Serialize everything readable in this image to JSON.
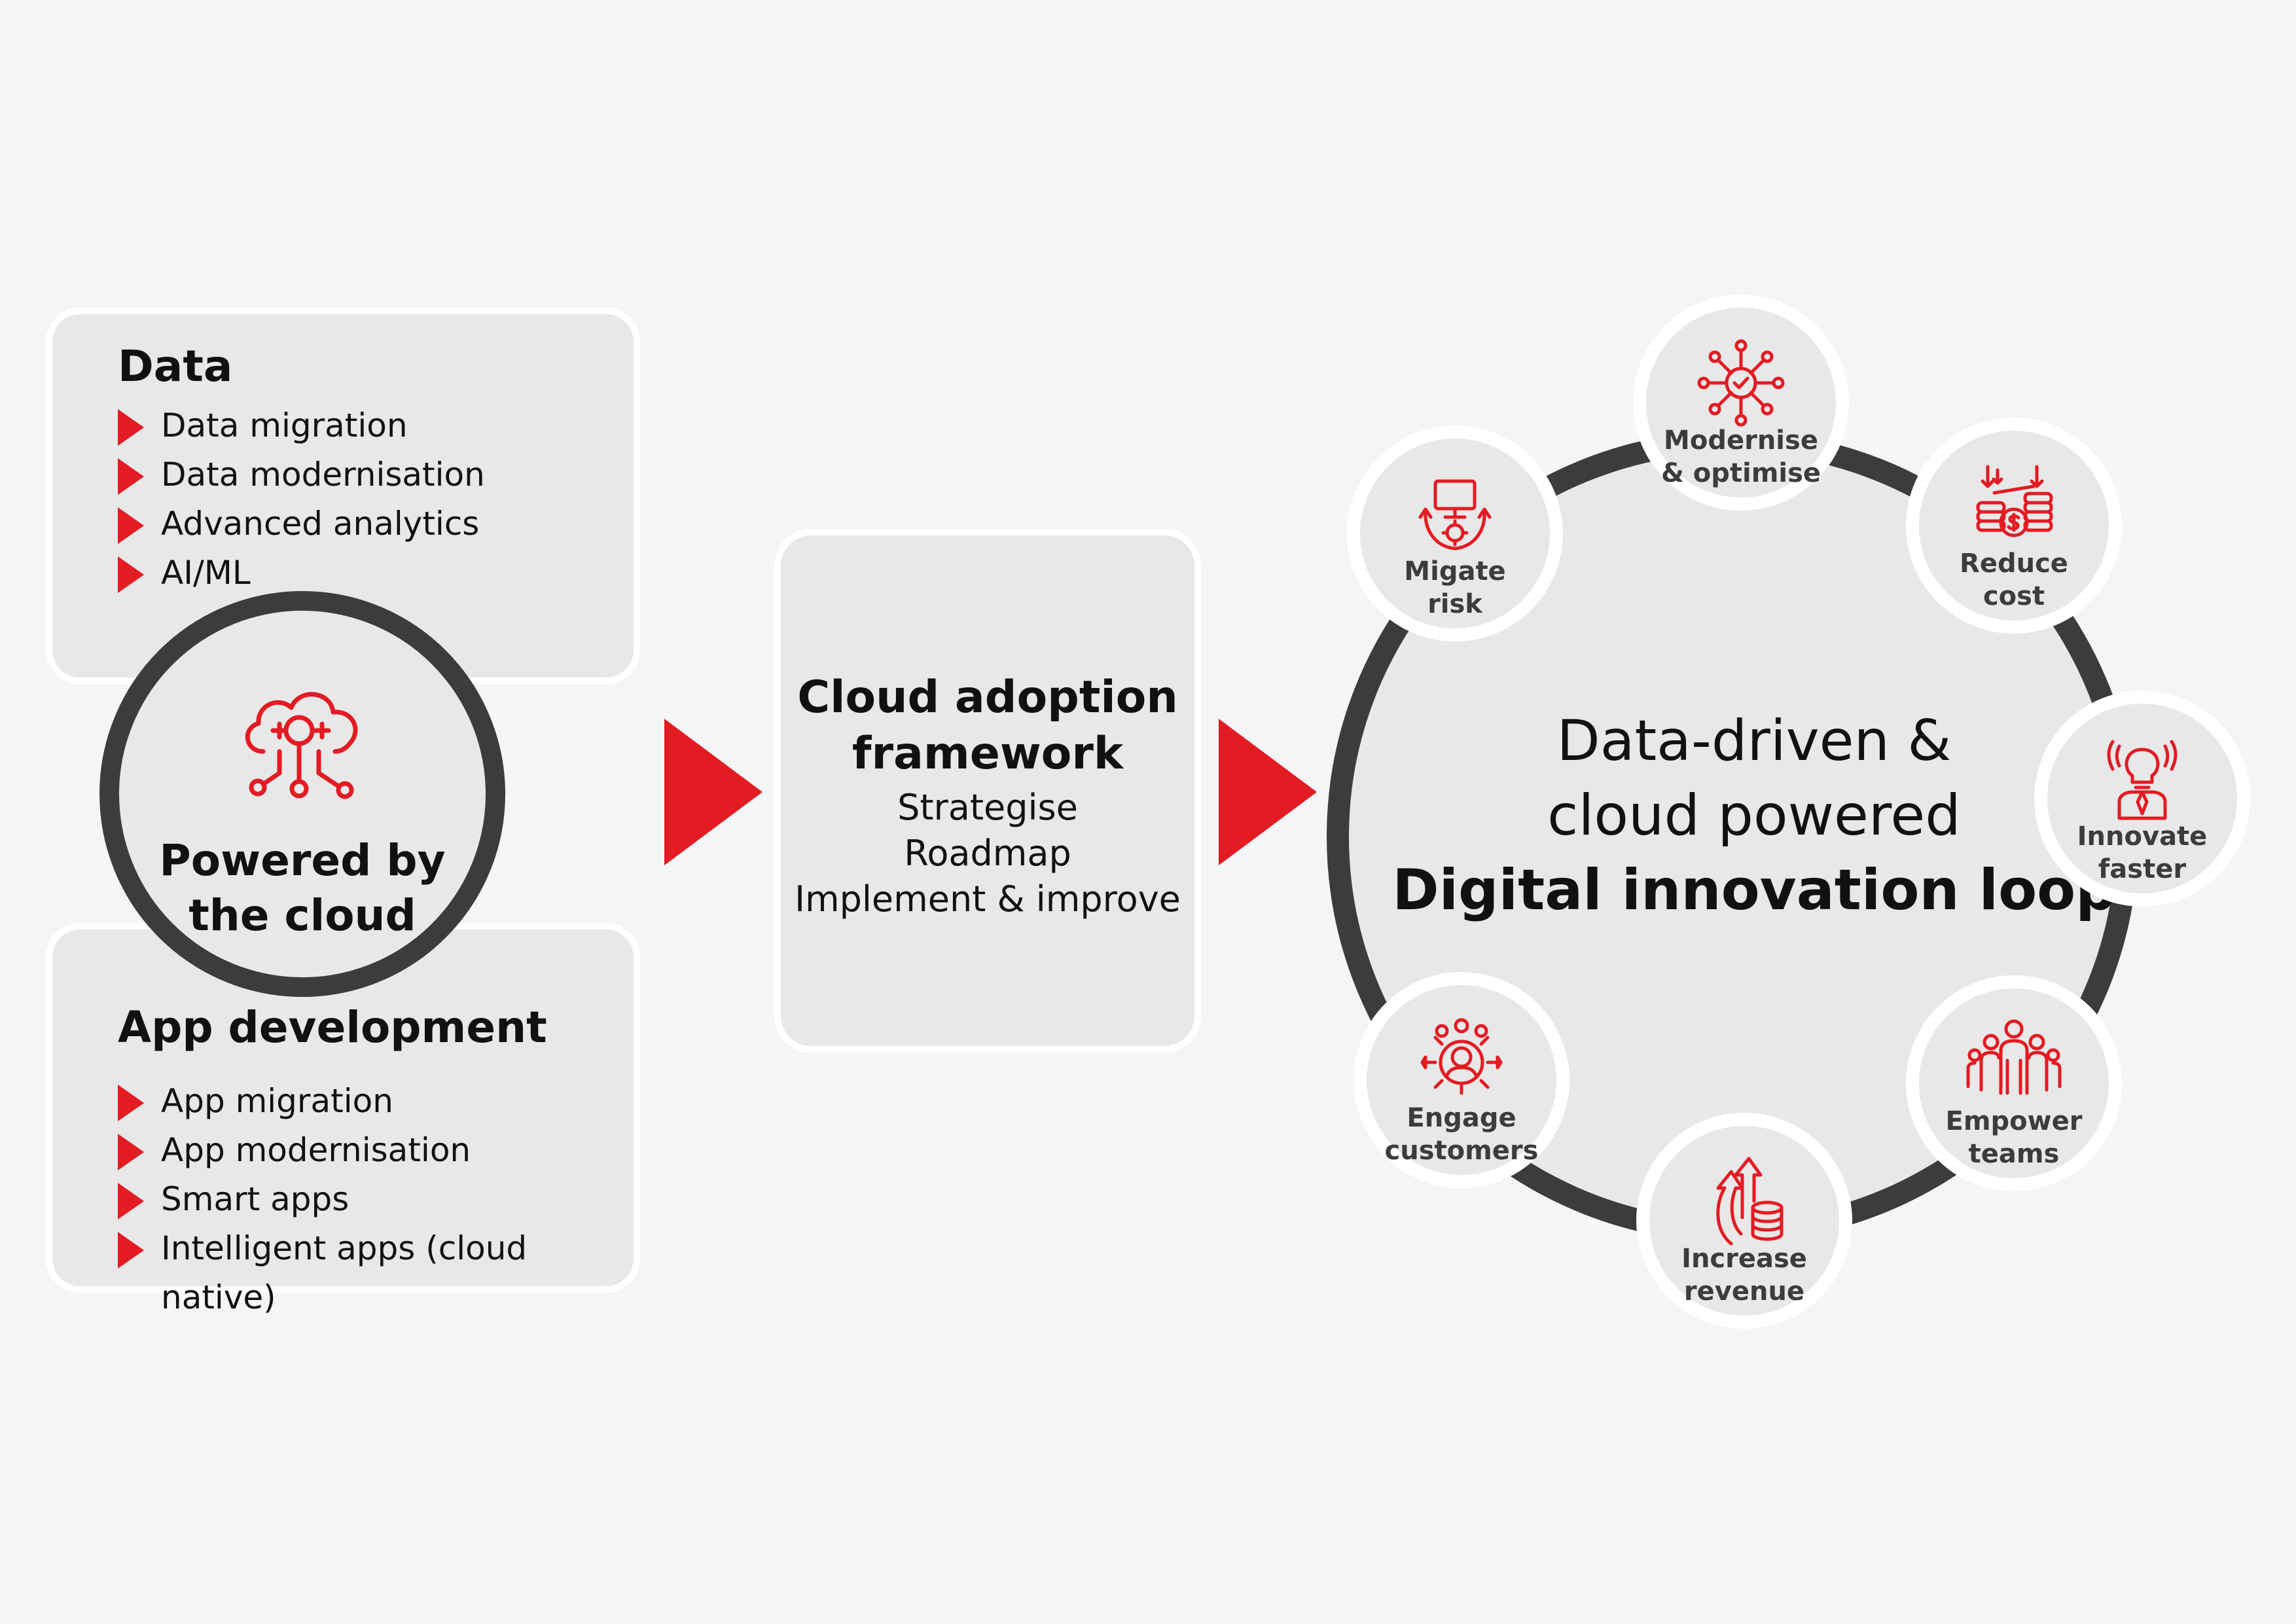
{
  "colors": {
    "accent": "#e31b23",
    "dark": "#3b3c3e",
    "panel": "#e8e8e8",
    "background": "#f4f5f7"
  },
  "data_box": {
    "title": "Data",
    "items": [
      "Data migration",
      "Data modernisation",
      "Advanced analytics",
      "AI/ML"
    ]
  },
  "app_box": {
    "title": "App development",
    "items": [
      "App migration",
      "App modernisation",
      "Smart apps",
      "Intelligent apps (cloud native)"
    ]
  },
  "hub": {
    "icon": "cloud-network-icon",
    "line1": "Powered by",
    "line2": "the cloud"
  },
  "framework": {
    "title_line1": "Cloud adoption",
    "title_line2": "framework",
    "steps": [
      "Strategise",
      "Roadmap",
      "Implement & improve"
    ]
  },
  "loop": {
    "line1": "Data-driven &",
    "line2": "cloud powered",
    "line3": "Digital innovation loop"
  },
  "nodes": [
    {
      "icon": "network-hub-icon",
      "line1": "Modernise",
      "line2": "& optimise"
    },
    {
      "icon": "coins-down-icon",
      "line1": "Reduce",
      "line2": "cost"
    },
    {
      "icon": "lightbulb-person-icon",
      "line1": "Innovate",
      "line2": "faster"
    },
    {
      "icon": "team-icon",
      "line1": "Empower",
      "line2": "teams"
    },
    {
      "icon": "revenue-growth-icon",
      "line1": "Increase",
      "line2": "revenue"
    },
    {
      "icon": "customer-gear-icon",
      "line1": "Engage",
      "line2": "customers"
    },
    {
      "icon": "monitor-gear-icon",
      "line1": "Migate",
      "line2": "risk"
    }
  ]
}
